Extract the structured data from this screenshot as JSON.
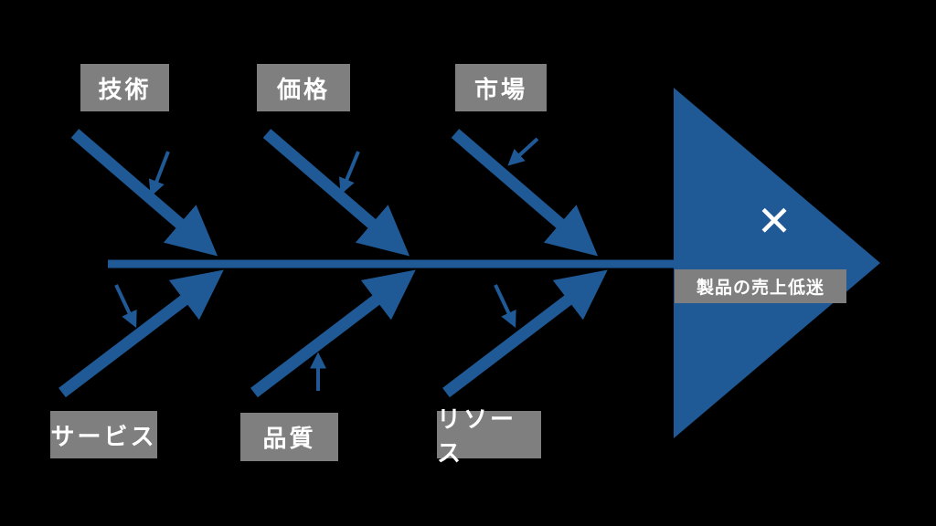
{
  "diagram": {
    "type": "fishbone-cause-effect",
    "effect": {
      "marker": "✕",
      "label": "製品の売上低迷"
    },
    "causes": {
      "top": [
        {
          "label": "技術"
        },
        {
          "label": "価格"
        },
        {
          "label": "市場"
        }
      ],
      "bottom": [
        {
          "label": "サービス"
        },
        {
          "label": "品質"
        },
        {
          "label": "リソース"
        }
      ]
    },
    "colors": {
      "bone_blue": "#1f5a96",
      "label_gray": "#7f7f7f",
      "label_text": "#ffffff",
      "background": "#000000"
    }
  }
}
